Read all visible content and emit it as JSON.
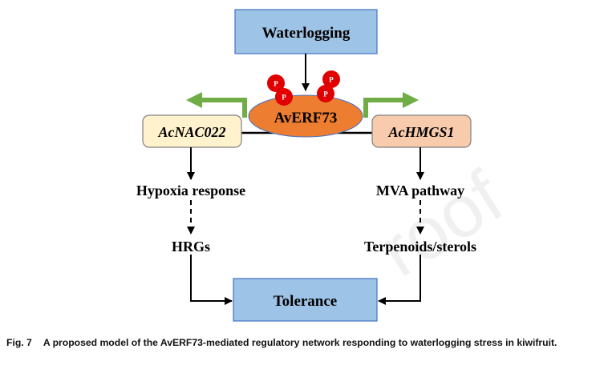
{
  "nodes": {
    "waterlogging": "Waterlogging",
    "tf": "AvERF73",
    "gene_left": "AcNAC022",
    "gene_right": "AcHMGS1",
    "left_response": "Hypoxia response",
    "right_response": "MVA pathway",
    "left_output": "HRGs",
    "right_output": "Terpenoids/sterols",
    "tolerance": "Tolerance"
  },
  "phospho_label": "P",
  "caption": {
    "fig": "Fig. 7",
    "text": "A proposed model of the AvERF73-mediated regulatory network responding to waterlogging stress in kiwifruit."
  },
  "watermark": "roof",
  "colors": {
    "blue_box": "#9DC3E6",
    "blue_stroke": "#4472C4",
    "yellow_box": "#FFF2CC",
    "salmon_box": "#F8CBAD",
    "oval": "#ED7D31",
    "arrow_green": "#70AD47",
    "phospho_red": "#E00000"
  }
}
